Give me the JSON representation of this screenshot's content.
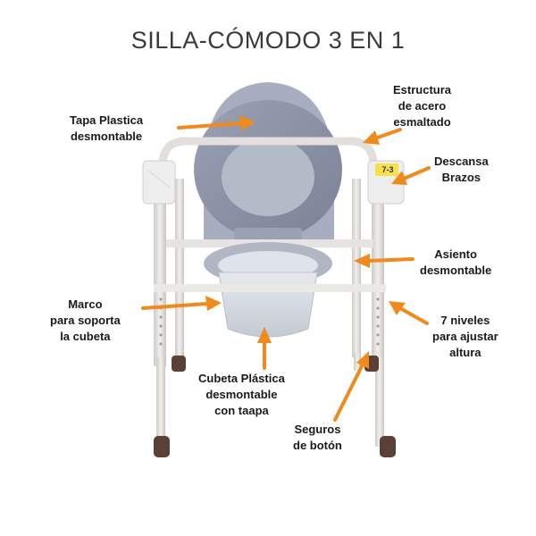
{
  "title": "SILLA-CÓMODO 3 EN 1",
  "labels": {
    "tapa": [
      "Tapa Plastica",
      "desmontable"
    ],
    "estructura": [
      "Estructura",
      "de acero",
      "esmaltado"
    ],
    "descansa": [
      "Descansa",
      "Brazos"
    ],
    "asiento": [
      "Asiento",
      "desmontable"
    ],
    "marco": [
      "Marco",
      "para soporta",
      "la cubeta"
    ],
    "niveles": [
      "7 niveles",
      "para ajustar",
      "altura"
    ],
    "cubeta": [
      "Cubeta Plástica",
      "desmontable",
      "con taapa"
    ],
    "seguros": [
      "Seguros",
      "de botón"
    ]
  },
  "tag_text": "7-3",
  "colors": {
    "arrow": "#f08a1c",
    "frame": "#e4e1de",
    "lid": "#8c93a5",
    "seat": "#aeb4c2",
    "bucket": "#d9dde4",
    "feet": "#5a4036"
  }
}
